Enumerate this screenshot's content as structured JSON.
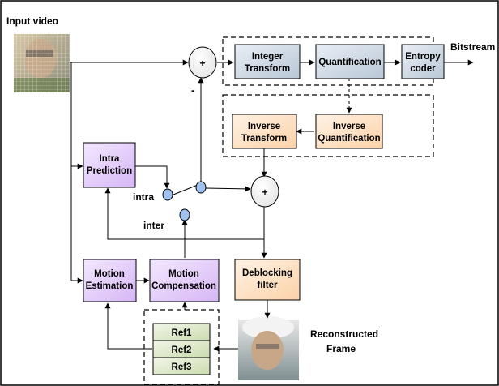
{
  "labels": {
    "input_video": "Input video",
    "bitstream": "Bitstream",
    "reconstructed_line1": "Reconstructed",
    "reconstructed_line2": "Frame",
    "intra": "intra",
    "inter": "inter",
    "plus": "+",
    "minus": "-"
  },
  "blocks": {
    "integer_transform": [
      "Integer",
      "Transform"
    ],
    "quantification": [
      "Quantification"
    ],
    "entropy_coder": [
      "Entropy",
      "coder"
    ],
    "inverse_transform": [
      "Inverse",
      "Transform"
    ],
    "inverse_quantification": [
      "Inverse",
      "Quantification"
    ],
    "intra_prediction": [
      "Intra",
      "Prediction"
    ],
    "motion_estimation": [
      "Motion",
      "Estimation"
    ],
    "motion_compensation": [
      "Motion",
      "Compensation"
    ],
    "deblocking_filter": [
      "Deblocking",
      "filter"
    ]
  },
  "ref_frames": [
    "Ref1",
    "Ref2",
    "Ref3"
  ],
  "colors": {
    "blue_light": "#e9eef5",
    "blue_dark": "#b8c7d6",
    "orange_light": "#fff2e4",
    "orange_dark": "#fbd2a8",
    "purple_light": "#f3e8ff",
    "purple_dark": "#d6b6f5",
    "green_light": "#f2f6e9",
    "green_dark": "#cbdcae",
    "node_blue": "#9fc3ee"
  }
}
